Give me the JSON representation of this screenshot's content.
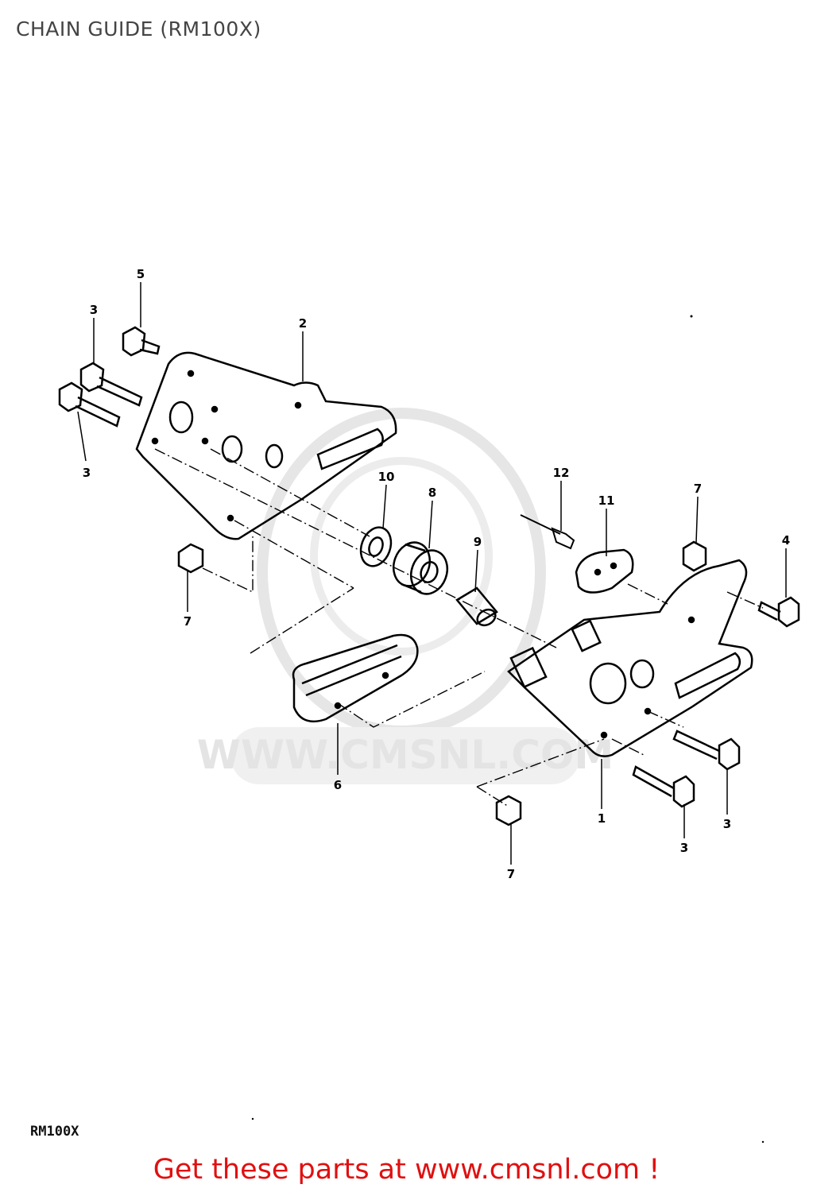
{
  "header": {
    "title": "CHAIN GUIDE (RM100X)"
  },
  "watermark": {
    "text": "WWW.CMSNL.COM"
  },
  "callouts": [
    {
      "id": "c5",
      "label": "5"
    },
    {
      "id": "c3a",
      "label": "3"
    },
    {
      "id": "c3b",
      "label": "3"
    },
    {
      "id": "c2",
      "label": "2"
    },
    {
      "id": "c10",
      "label": "10"
    },
    {
      "id": "c8",
      "label": "8"
    },
    {
      "id": "c9",
      "label": "9"
    },
    {
      "id": "c12",
      "label": "12"
    },
    {
      "id": "c11",
      "label": "11"
    },
    {
      "id": "c7a",
      "label": "7"
    },
    {
      "id": "c4",
      "label": "4"
    },
    {
      "id": "c7b",
      "label": "7"
    },
    {
      "id": "c6",
      "label": "6"
    },
    {
      "id": "c1",
      "label": "1"
    },
    {
      "id": "c3c",
      "label": "3"
    },
    {
      "id": "c3d",
      "label": "3"
    },
    {
      "id": "c7c",
      "label": "7"
    }
  ],
  "footer": {
    "model_code": "RM100X",
    "cta": "Get these parts at www.cmsnl.com !"
  },
  "colors": {
    "footer_text": "#e01010",
    "line": "#000000",
    "watermark": "#e4e4e4"
  }
}
